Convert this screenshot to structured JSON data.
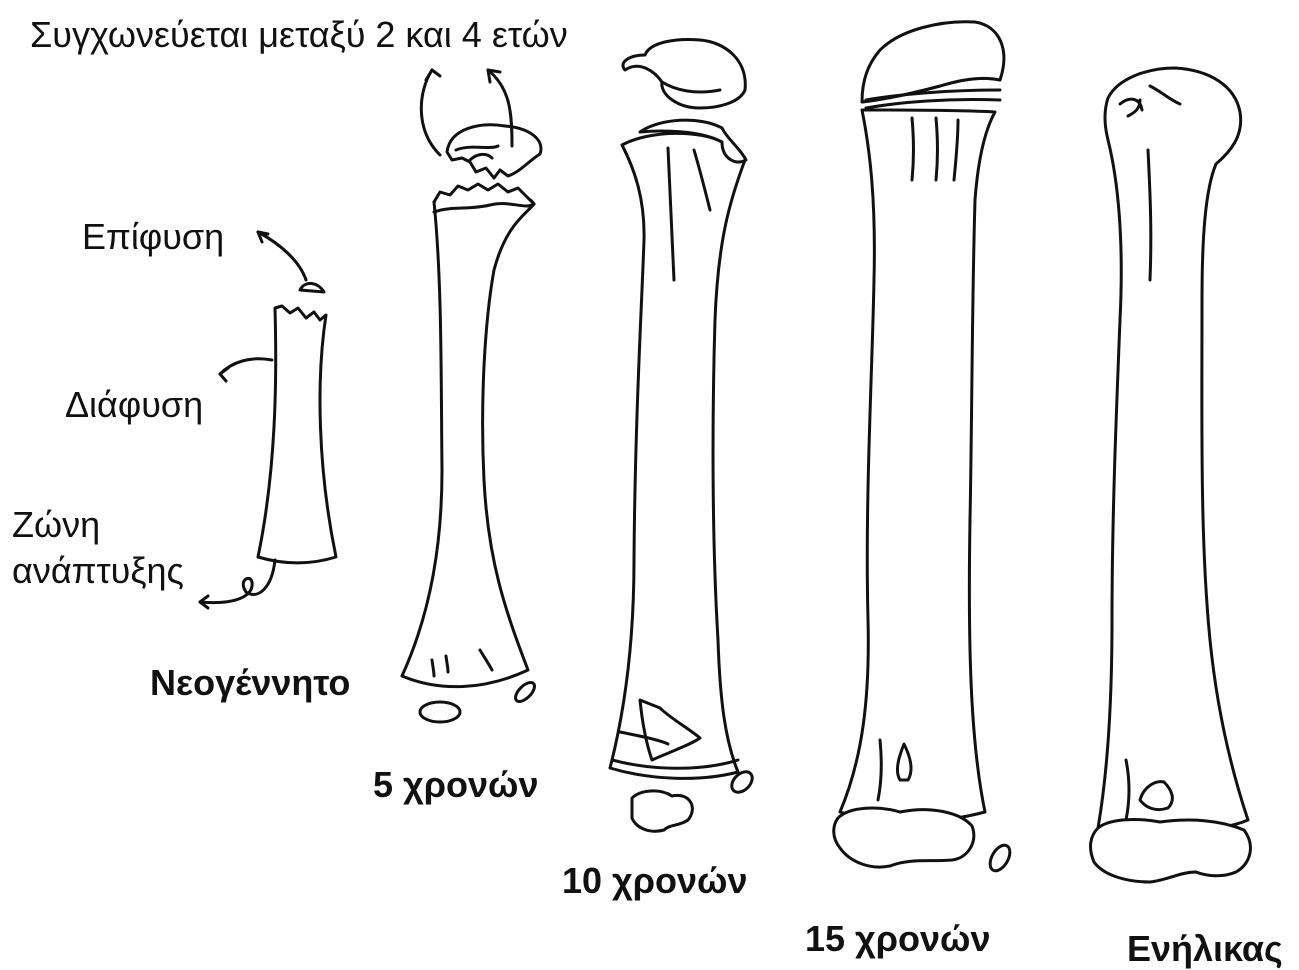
{
  "annotations": {
    "fusion_note": "Συγχωνεύεται μεταξύ 2 και 4 ετών",
    "epiphysis": "Επίφυση",
    "diaphysis": "Διάφυση",
    "growth_zone_line1": "Ζώνη",
    "growth_zone_line2": "ανάπτυξης"
  },
  "stages": [
    {
      "caption": "Νεογέννητο"
    },
    {
      "caption": "5 χρονών"
    },
    {
      "caption": "10 χρονών"
    },
    {
      "caption": "15 χρονών"
    },
    {
      "caption": "Ενήλικας"
    }
  ],
  "colors": {
    "ink": "#111111",
    "background": "#ffffff"
  }
}
